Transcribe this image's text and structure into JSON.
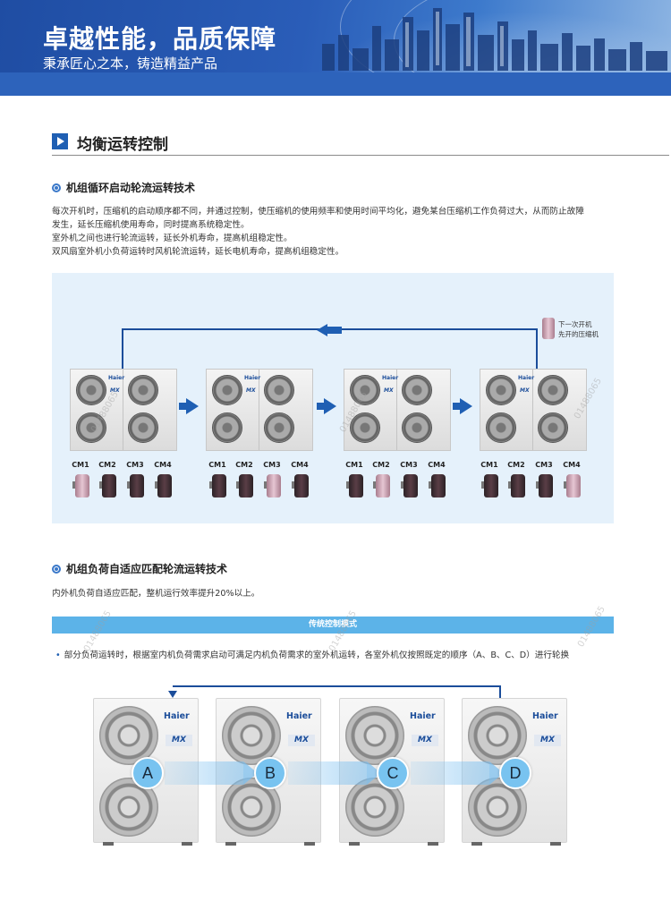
{
  "banner": {
    "title": "卓越性能，品质保障",
    "subtitle": "秉承匠心之本，铸造精益产品"
  },
  "section": {
    "title": "均衡运转控制"
  },
  "part1": {
    "heading": "机组循环启动轮流运转技术",
    "lines": [
      "每次开机时，压缩机的启动顺序都不同，并通过控制，使压缩机的使用频率和使用时间平均化，避免某台压缩机工作负荷过大，从而防止故障",
      "发生，延长压缩机使用寿命，同时提高系统稳定性。",
      "室外机之间也进行轮流运转，延长外机寿命，提高机组稳定性。",
      "双风扇室外机小负荷运转时风机轮流运转，延长电机寿命，提高机组稳定性。"
    ],
    "next_label_1": "下一次开机",
    "next_label_2": "先开的压缩机",
    "compressor_labels": [
      "CM1",
      "CM2",
      "CM3",
      "CM4"
    ],
    "unit_logo": "Haier",
    "unit_model": "MX"
  },
  "part2": {
    "heading": "机组负荷自适应匹配轮流运转技术",
    "desc": "内外机负荷自适应匹配，整机运行效率提升20%以上。",
    "bar_label": "传统控制模式",
    "bullet": "部分负荷运转时，根据室内机负荷需求启动可满足内机负荷需求的室外机运转，各室外机仅按照既定的顺序（A、B、C、D）进行轮换",
    "nodes": [
      "A",
      "B",
      "C",
      "D"
    ],
    "unit_logo": "Haier",
    "unit_model": "MX"
  },
  "watermark": "01488065",
  "colors": {
    "banner_blue": "#2a5db8",
    "accent_blue": "#1f5fb3",
    "bar_blue": "#5cb3e8",
    "diagram_bg": "#e5f1fb"
  }
}
